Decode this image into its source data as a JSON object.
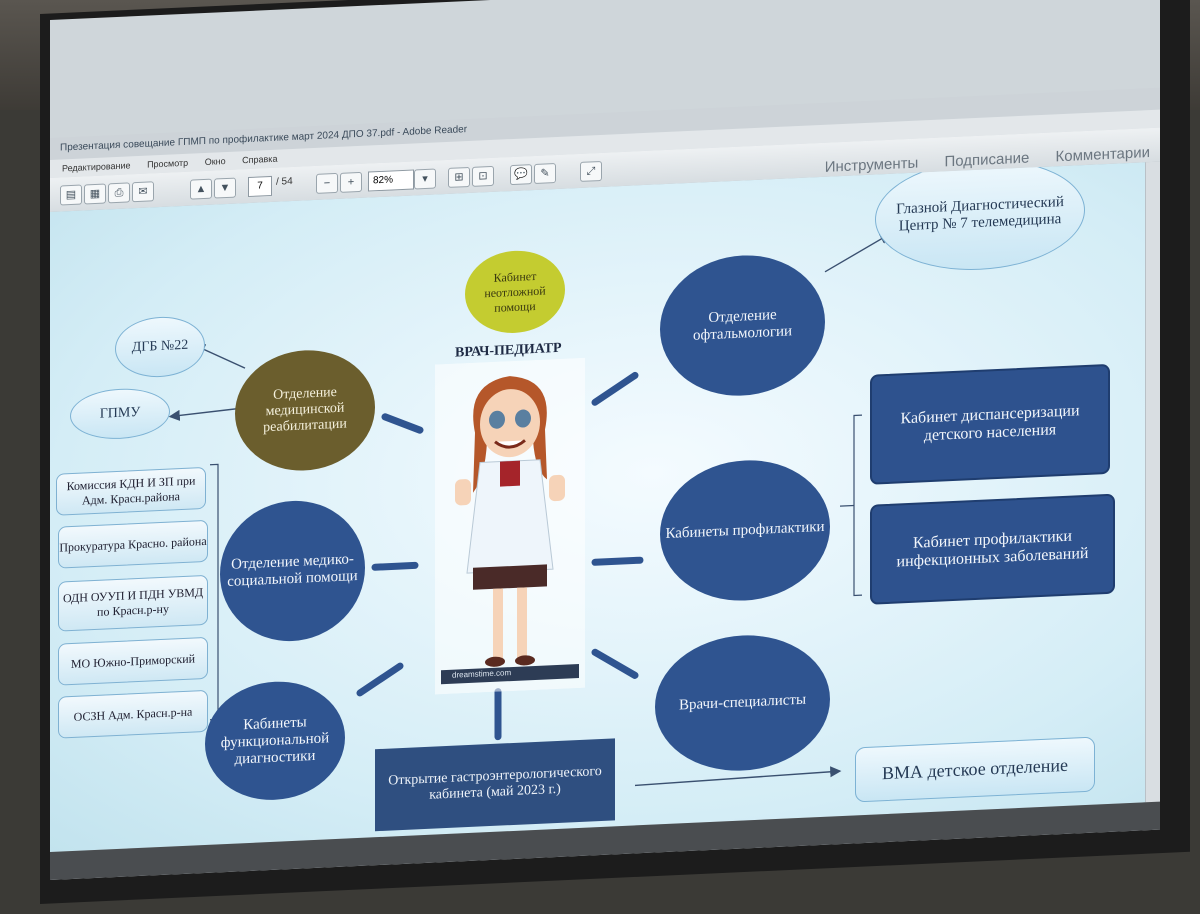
{
  "window": {
    "title": "Презентация совещание ГПМП по профилактике март 2024  ДПО 37.pdf - Adobe Reader",
    "menu": [
      "Редактирование",
      "Просмотр",
      "Окно",
      "Справка"
    ],
    "page_current": "7",
    "page_total": "/ 54",
    "zoom": "82%",
    "right_links": [
      "Инструменты",
      "Подписание",
      "Комментарии"
    ]
  },
  "diagram": {
    "center_title": "ВРАЧ-ПЕДИАТР",
    "watermark": "dreamstime.com",
    "nodes": {
      "urgent": "Кабинет неотложной помощи",
      "rehab": "Отделение медицинской реабилитации",
      "dgb": "ДГБ №22",
      "gpmu": "ГПМУ",
      "medsoc": "Отделение медико-социальной помощи",
      "funcdiag": "Кабинеты функциональной диагностики",
      "gastro": "Открытие гастроэнтерологического кабинета (май 2023 г.)",
      "vma": "ВМА детское отделение",
      "ophth": "Отделение офтальмологии",
      "eye_center": "Глазной Диагностический Центр № 7 телемедицина",
      "prof": "Кабинеты профилактики",
      "disp": "Кабинет диспансеризации детского населения",
      "infect": "Кабинет профилактики инфекционных заболеваний",
      "specialists": "Врачи-специалисты"
    },
    "left_boxes": [
      "Комиссия КДН И ЗП при Адм. Красн.района",
      "Прокуратура Красно. района",
      "ОДН ОУУП И ПДН УВМД по Красн.р-ну",
      "МО Южно-Приморский",
      "ОСЗН Адм. Красн.р-на"
    ]
  }
}
